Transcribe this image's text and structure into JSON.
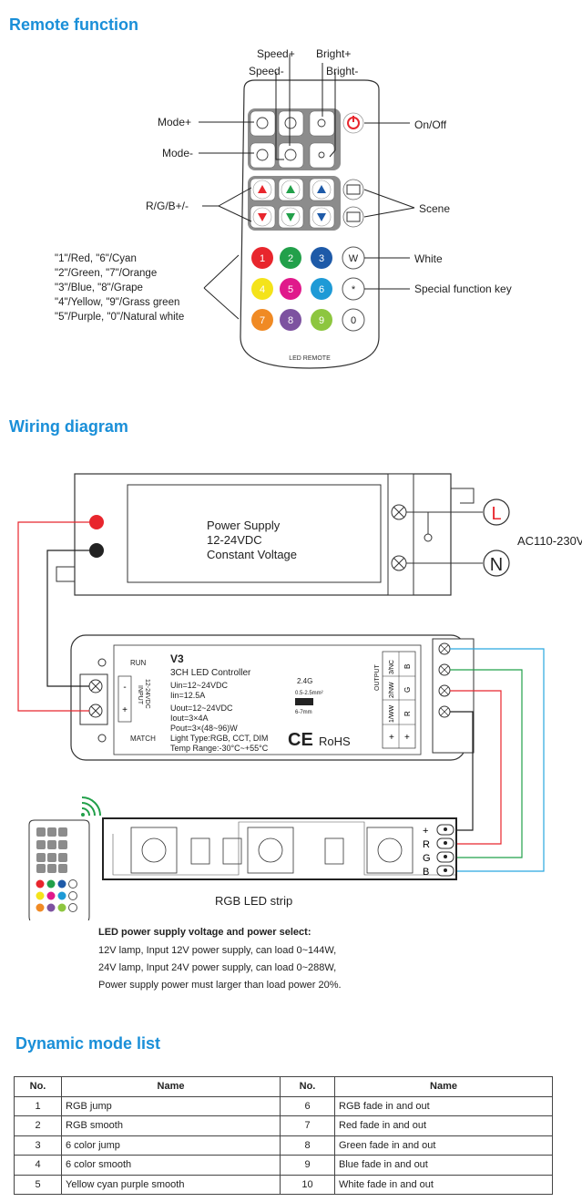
{
  "sections": {
    "remote": "Remote function",
    "wiring": "Wiring diagram",
    "modes": "Dynamic mode list"
  },
  "remote_labels": {
    "speed_plus": "Speed+",
    "speed_minus": "Speed-",
    "bright_plus": "Bright+",
    "bright_minus": "Bright-",
    "mode_plus": "Mode+",
    "mode_minus": "Mode-",
    "on_off": "On/Off",
    "rgb": "R/G/B+/-",
    "scene": "Scene",
    "white": "White",
    "special": "Special function key",
    "color_lines": [
      "\"1\"/Red,     \"6\"/Cyan",
      "\"2\"/Green,  \"7\"/Orange",
      "\"3\"/Blue,    \"8\"/Grape",
      "\"4\"/Yellow, \"9\"/Grass green",
      "\"5\"/Purple, \"0\"/Natural white"
    ],
    "brand": "LED REMOTE",
    "keys": [
      "1",
      "2",
      "3",
      "W",
      "4",
      "5",
      "6",
      "*",
      "7",
      "8",
      "9",
      "0"
    ],
    "key_colors": [
      "#e8262d",
      "#22a04a",
      "#1e5aa8",
      "#ffffff",
      "#f4e31a",
      "#e0198b",
      "#1e9ad6",
      "#ffffff",
      "#f08a24",
      "#7d52a0",
      "#8dc63f",
      "#ffffff"
    ]
  },
  "wiring": {
    "psu_lines": [
      "Power Supply",
      "12-24VDC",
      "Constant Voltage"
    ],
    "L": "L",
    "N": "N",
    "ac": "AC110-230V",
    "ctrl": {
      "run": "RUN",
      "match": "MATCH",
      "input": "INPUT",
      "input_v": "12-24VDC",
      "minus": "-",
      "plus": "+",
      "model": "V3",
      "name": "3CH LED Controller",
      "uin": "Uin=12~24VDC",
      "iin": "Iin=12.5A",
      "uout": "Uout=12~24VDC",
      "iout": "Iout=3×4A",
      "pout": "Pout=3×(48~96)W",
      "light": "Light Type:RGB, CCT, DIM",
      "temp": "Temp Range:-30°C~+55°C",
      "freq": "2.4G",
      "wire1": "0.5-2.5mm²",
      "wire2": "6-7mm",
      "ce": "CE",
      "rohs": "RoHS",
      "output": "OUTPUT",
      "out_top": [
        "3/NC",
        "2/NW",
        "1/WW",
        "+"
      ],
      "out_bottom": [
        "B",
        "G",
        "R",
        "+"
      ]
    },
    "strip": {
      "label": "RGB LED strip",
      "pins": [
        "+",
        "R",
        "G",
        "B"
      ]
    },
    "wire_colors": {
      "red": "#e8262d",
      "black": "#222222",
      "blue": "#29a8e0",
      "green": "#22a04a"
    }
  },
  "note": {
    "title": "LED power supply voltage and power select:",
    "lines": [
      "12V lamp, Input 12V power supply, can load 0~144W,",
      "24V lamp, Input 24V power supply, can load 0~288W,",
      "Power supply power must larger than load power 20%."
    ]
  },
  "table": {
    "headers": [
      "No.",
      "Name",
      "No.",
      "Name"
    ],
    "rows": [
      [
        "1",
        "RGB jump",
        "6",
        "RGB fade in and out"
      ],
      [
        "2",
        "RGB smooth",
        "7",
        "Red fade in and out"
      ],
      [
        "3",
        "6 color jump",
        "8",
        "Green fade in and out"
      ],
      [
        "4",
        "6 color smooth",
        "9",
        "Blue fade in and out"
      ],
      [
        "5",
        "Yellow cyan purple smooth",
        "10",
        "White fade in and out"
      ]
    ]
  }
}
